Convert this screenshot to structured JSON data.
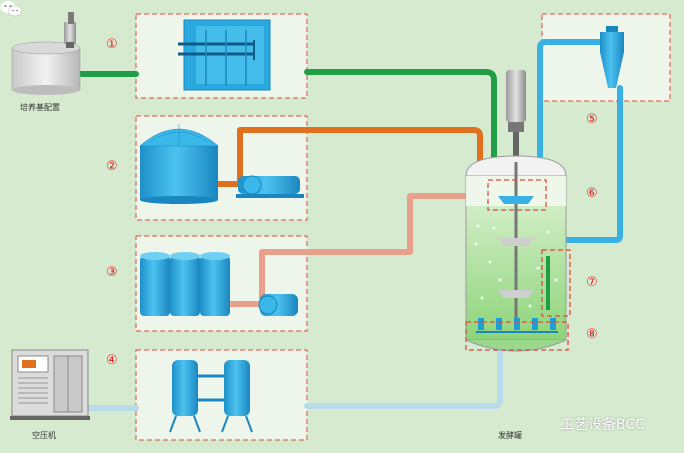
{
  "labels": {
    "medium_prep": "培养基配置",
    "compressor": "空压机",
    "fermenter": "发酵罐"
  },
  "markers": [
    "①",
    "②",
    "③",
    "④",
    "⑤",
    "⑥",
    "⑦",
    "⑧"
  ],
  "watermark": {
    "text": "工艺设备BCC",
    "icon": "wechat-icon"
  },
  "colors": {
    "background": "#d6ead0",
    "pipe_green": "#1f9e45",
    "pipe_orange": "#e0701e",
    "pipe_salmon": "#e8a08a",
    "pipe_blue": "#3ab1e6",
    "pipe_lightblue": "#b7dbe8",
    "equipment_blue": "#2aa9e0",
    "dashed_red": "#e24a3c"
  }
}
